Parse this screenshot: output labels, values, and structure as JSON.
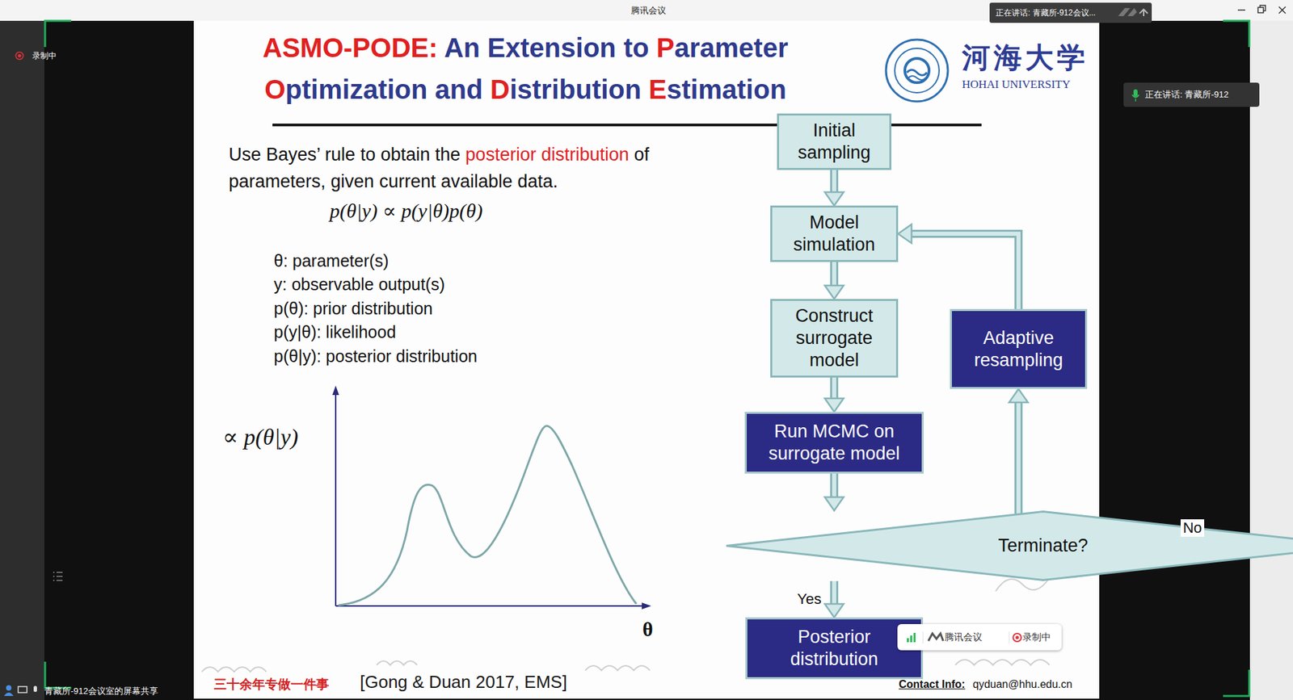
{
  "diagram": {
    "title": "ASMO-PODE: An Extension to Parameter Optimization and Distribution Estimation",
    "nodes": [
      {
        "text": [
          "Initial sampling"
        ]
      },
      {
        "text": [
          "Model simulation"
        ]
      },
      {
        "text": [
          "Construct surrogate model"
        ]
      },
      {
        "text": [
          "Run MCMC on surrogate model"
        ]
      },
      {
        "text": [
          "Terminate?"
        ]
      },
      {
        "text": [
          "Adaptive resampling"
        ]
      },
      {
        "text": [
          "Posterior distribution"
        ]
      }
    ],
    "edges": [
      {
        "from": 0,
        "to": 1,
        "arrow": "to"
      },
      {
        "from": 1,
        "to": 2,
        "arrow": "to"
      },
      {
        "from": 2,
        "to": 3,
        "arrow": "to"
      },
      {
        "from": 3,
        "to": 4,
        "arrow": "to"
      },
      {
        "from": 4,
        "to": 6,
        "label": "Yes",
        "arrow": "to"
      },
      {
        "from": 4,
        "to": 5,
        "label": "No",
        "arrow": "to"
      },
      {
        "from": 5,
        "to": 1,
        "arrow": "to"
      }
    ],
    "labels": [
      "腾讯会议",
      "正在讲话: 青藏所-912会议...",
      "正在讲话: 青藏所-912",
      "录制中",
      "河海大学",
      "HOHAI UNIVERSITY",
      "Use Bayes’ rule to obtain the posterior distribution of parameters, given current available data.",
      "p(θ|y) ∝ p(y|θ)p(θ)",
      "θ: parameter(s)",
      "y: observable output(s)",
      "p(θ): prior distribution",
      "p(y|θ): likelihood",
      "p(θ|y): posterior distribution",
      "∝ p(θ|y)",
      "θ",
      "三十余年专做一件事",
      "[Gong & Duan 2017, EMS]",
      "Contact Info:",
      "qyduan@hhu.edu.cn",
      "腾讯会议",
      "录制中",
      "青藏所-912会议室的屏幕共享"
    ]
  }
}
